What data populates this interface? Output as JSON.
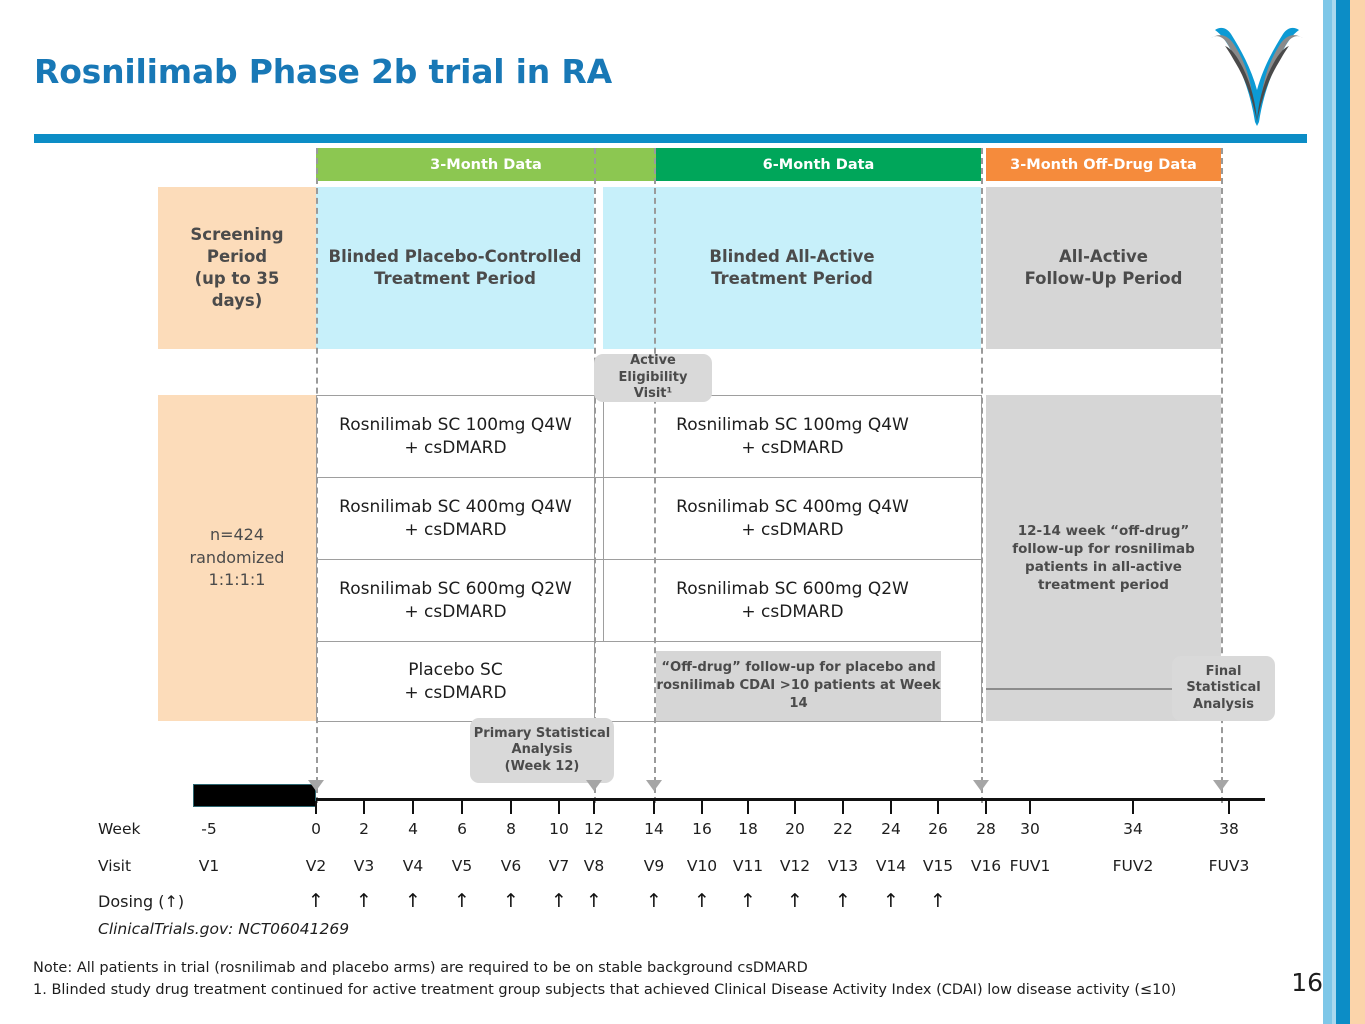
{
  "page": {
    "title": "Rosnilimab Phase 2b trial in RA",
    "page_number": "16",
    "accent_color": "#1878b6",
    "rule_color": "#0c8dc6"
  },
  "logo": {
    "name": "antibody-y-logo",
    "colors": [
      "#0c9ad4",
      "#8a8a8a",
      "#4a4a4a"
    ]
  },
  "ribbons": [
    {
      "label": "3-Month Data",
      "color": "#8cc751"
    },
    {
      "label": "6-Month Data",
      "color": "#00a65a"
    },
    {
      "label": "3-Month Off-Drug Data",
      "color": "#f58b3c"
    }
  ],
  "phases": {
    "screening": "Screening\nPeriod\n(up to 35\ndays)",
    "screening_lines": [
      "Screening",
      "Period",
      "(up to 35",
      "days)"
    ],
    "placebo_controlled": [
      "Blinded Placebo-Controlled",
      "Treatment Period"
    ],
    "all_active": [
      "Blinded All-Active",
      "Treatment Period"
    ],
    "follow_up": [
      "All-Active",
      "Follow-Up Period"
    ]
  },
  "randomization": {
    "lines": [
      "n=424",
      "randomized",
      "1:1:1:1"
    ]
  },
  "arms": [
    {
      "blinded": [
        "Rosnilimab SC 100mg Q4W",
        "+ csDMARD"
      ],
      "active": [
        "Rosnilimab SC 100mg Q4W",
        "+ csDMARD"
      ]
    },
    {
      "blinded": [
        "Rosnilimab SC 400mg Q4W",
        "+ csDMARD"
      ],
      "active": [
        "Rosnilimab SC 400mg Q4W",
        "+ csDMARD"
      ]
    },
    {
      "blinded": [
        "Rosnilimab SC 600mg Q2W",
        "+ csDMARD"
      ],
      "active": [
        "Rosnilimab SC 600mg Q2W",
        "+ csDMARD"
      ]
    },
    {
      "blinded": [
        "Placebo SC",
        "+ csDMARD"
      ],
      "active": null
    }
  ],
  "callouts": {
    "active_eligibility": [
      "Active Eligibility",
      "Visit¹"
    ],
    "primary_analysis": [
      "Primary Statistical",
      "Analysis",
      "(Week 12)"
    ],
    "final_analysis": [
      "Final",
      "Statistical",
      "Analysis"
    ]
  },
  "panels": {
    "off_drug_followup": [
      "12-14 week “off-drug”",
      "follow-up for rosnilimab",
      "patients in all-active",
      "treatment period"
    ],
    "placebo_followup": [
      "“Off-drug” follow-up for placebo and",
      "rosnilimab CDAI >10 patients at Week 14"
    ]
  },
  "timeline": {
    "row_labels": {
      "week": "Week",
      "visit": "Visit",
      "dosing": "Dosing (↑)"
    },
    "weeks": [
      "-5",
      "0",
      "2",
      "4",
      "6",
      "8",
      "10",
      "12",
      "14",
      "16",
      "18",
      "20",
      "22",
      "24",
      "26",
      "28",
      "30",
      "34",
      "38"
    ],
    "visits": [
      "V1",
      "V2",
      "V3",
      "V4",
      "V5",
      "V6",
      "V7",
      "V8",
      "V9",
      "V10",
      "V11",
      "V12",
      "V13",
      "V14",
      "V15",
      "V16",
      "FUV1",
      "FUV2",
      "FUV3"
    ],
    "dosing_marks": [
      "↑",
      "↑",
      "↑",
      "↑",
      "↑",
      "↑",
      "↑",
      "↑",
      "↑",
      "↑",
      "↑",
      "↑",
      "↑",
      "↑"
    ],
    "dosing_weeks": [
      "0",
      "2",
      "4",
      "6",
      "8",
      "10",
      "12",
      "14",
      "16",
      "18",
      "20",
      "22",
      "24",
      "26"
    ],
    "clinicaltrials": "ClinicalTrials.gov:  NCT06041269"
  },
  "footnotes": {
    "note": "Note: All patients in trial (rosnilimab and placebo arms) are required to be on stable background csDMARD",
    "footnote1": "1. Blinded study drug treatment continued for active treatment group subjects that achieved Clinical Disease Activity Index (CDAI) low disease activity (≤10)"
  }
}
